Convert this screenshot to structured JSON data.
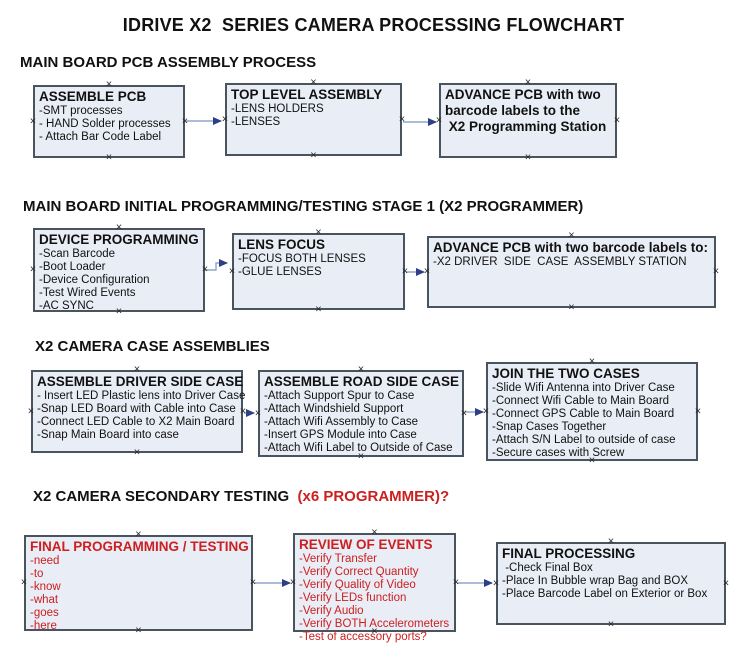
{
  "title": "IDRIVE X2  SERIES CAMERA PROCESSING FLOWCHART",
  "colors": {
    "red": "#cc2020",
    "box_fill": "#e9edf6",
    "box_border": "#4a545e",
    "arrow_line": "#8fa5c9",
    "arrow_head": "#2c3f87",
    "text": "#111111"
  },
  "sections": [
    {
      "label": "MAIN BOARD PCB ASSEMBLY PROCESS"
    },
    {
      "label": "MAIN BOARD INITIAL PROGRAMMING/TESTING STAGE 1 (X2 PROGRAMMER)"
    },
    {
      "label": "X2 CAMERA CASE ASSEMBLIES"
    },
    {
      "label": "X2 CAMERA SECONDARY TESTING ",
      "label_red": " (x6 PROGRAMMER)?"
    }
  ],
  "boxes": [
    {
      "title": "ASSEMBLE PCB",
      "items": [
        "-SMT processes",
        "- HAND Solder processes",
        "- Attach Bar Code Label"
      ]
    },
    {
      "title": "TOP LEVEL ASSEMBLY",
      "items": [
        "-LENS HOLDERS",
        "-LENSES"
      ]
    },
    {
      "title": "ADVANCE PCB with two\nbarcode labels to the\n X2 Programming Station",
      "items": []
    },
    {
      "title": "DEVICE PROGRAMMING",
      "items": [
        "-Scan Barcode",
        "-Boot Loader",
        "-Device Configuration",
        "-Test Wired Events",
        "-AC SYNC"
      ]
    },
    {
      "title": "LENS FOCUS",
      "items": [
        "-FOCUS BOTH LENSES",
        "-GLUE LENSES"
      ]
    },
    {
      "title": "ADVANCE PCB with two barcode labels to:",
      "items": [
        "-X2 DRIVER  SIDE  CASE  ASSEMBLY STATION"
      ]
    },
    {
      "title": "ASSEMBLE DRIVER SIDE CASE",
      "items": [
        "- Insert LED Plastic lens into Driver Case",
        "-Snap LED Board with Cable into Case",
        "-Connect LED Cable to X2 Main Board",
        "-Snap Main Board into case"
      ]
    },
    {
      "title": "ASSEMBLE ROAD SIDE CASE",
      "items": [
        "-Attach Support Spur to Case",
        "-Attach Windshield Support",
        "-Attach Wifi Assembly to Case",
        "-Insert GPS Module into Case",
        "-Attach Wifi Label to Outside of Case"
      ]
    },
    {
      "title": "JOIN THE TWO CASES",
      "items": [
        "-Slide Wifi Antenna into Driver Case",
        "-Connect Wifi Cable to Main Board",
        "-Connect GPS Cable to Main Board",
        "-Snap Cases Together",
        "-Attach S/N Label to outside of case",
        "-Secure cases with Screw"
      ]
    },
    {
      "title": "FINAL PROGRAMMING / TESTING",
      "red": true,
      "items": [
        "-need",
        "-to",
        "-know",
        "-what",
        "-goes",
        "-here"
      ]
    },
    {
      "title": "REVIEW OF EVENTS",
      "red": true,
      "items": [
        "-Verify Transfer",
        "-Verify Correct Quantity",
        "-Verify Quality of Video",
        "-Verify LEDs function",
        "-Verify Audio",
        "-Verify BOTH Accelerometers",
        "-Test of accessory ports?"
      ]
    },
    {
      "title": "FINAL PROCESSING",
      "items": [
        " -Check Final Box",
        "-Place In Bubble wrap Bag and BOX",
        "-Place Barcode Label on Exterior or Box"
      ]
    }
  ],
  "arrows": [
    {
      "from": "assemble-pcb",
      "to": "top-level-assembly",
      "points": [
        [
          186,
          121
        ],
        [
          221,
          121
        ]
      ]
    },
    {
      "from": "top-level-assembly",
      "to": "advance-pcb-to-programming-station",
      "points": [
        [
          403,
          122
        ],
        [
          436,
          122
        ]
      ]
    },
    {
      "from": "device-programming",
      "to": "lens-focus",
      "points": [
        [
          205,
          270
        ],
        [
          216,
          270
        ],
        [
          216,
          263
        ],
        [
          227,
          263
        ]
      ]
    },
    {
      "from": "lens-focus",
      "to": "advance-pcb-to-driver-side-station",
      "points": [
        [
          406,
          272
        ],
        [
          424,
          272
        ]
      ]
    },
    {
      "from": "assemble-driver-side-case",
      "to": "assemble-road-side-case",
      "points": [
        [
          244,
          413
        ],
        [
          254,
          413
        ]
      ]
    },
    {
      "from": "assemble-road-side-case",
      "to": "join-the-two-cases",
      "points": [
        [
          465,
          412
        ],
        [
          483,
          412
        ]
      ]
    },
    {
      "from": "final-programming-testing",
      "to": "review-of-events",
      "points": [
        [
          254,
          583
        ],
        [
          290,
          583
        ]
      ]
    },
    {
      "from": "review-of-events",
      "to": "final-processing",
      "points": [
        [
          457,
          583
        ],
        [
          492,
          583
        ]
      ]
    }
  ]
}
